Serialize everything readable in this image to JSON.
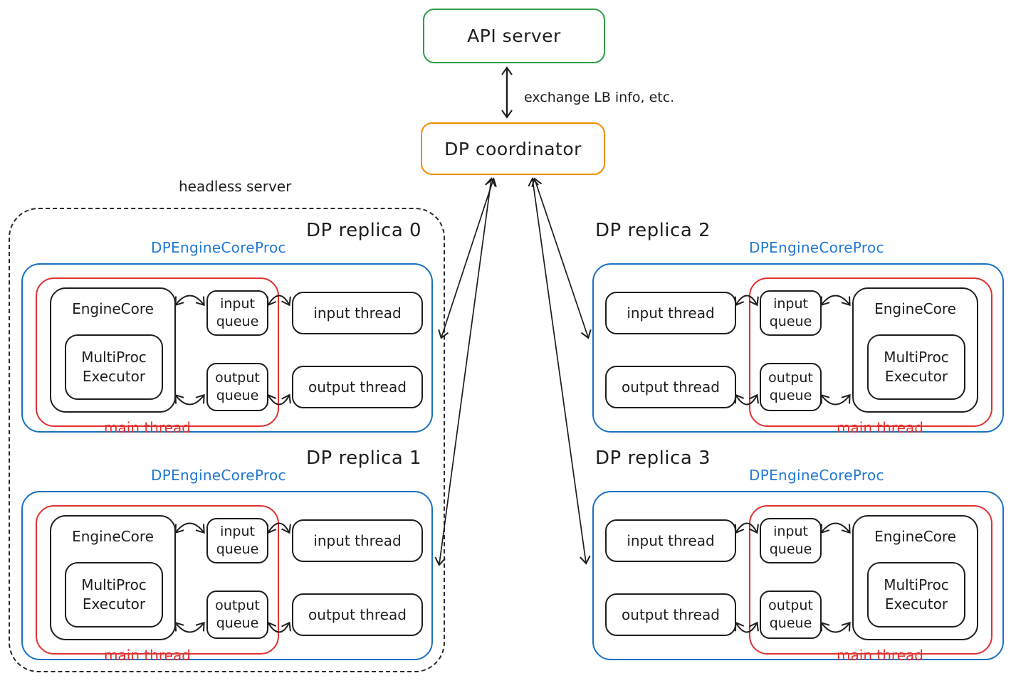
{
  "colors": {
    "green": "#2f9e44",
    "orange": "#f08c00",
    "blue": "#1971c2",
    "red": "#e03131",
    "ink": "#1e1e1e",
    "background": "#ffffff"
  },
  "top": {
    "api_server_label": "API server",
    "coordinator_label": "DP coordinator",
    "exchange_label": "exchange LB info, etc."
  },
  "headless_server": {
    "label": "headless server"
  },
  "common": {
    "proc_label": "DPEngineCoreProc",
    "engine_core_label": "EngineCore",
    "multiproc_line1": "MultiProc",
    "multiproc_line2": "Executor",
    "input_queue_line1": "input",
    "input_queue_line2": "queue",
    "output_queue_line1": "output",
    "output_queue_line2": "queue",
    "input_thread_label": "input thread",
    "output_thread_label": "output thread",
    "main_thread_label": "main thread"
  },
  "replicas": [
    {
      "title": "DP replica 0"
    },
    {
      "title": "DP replica 1"
    },
    {
      "title": "DP replica 2"
    },
    {
      "title": "DP replica 3"
    }
  ]
}
